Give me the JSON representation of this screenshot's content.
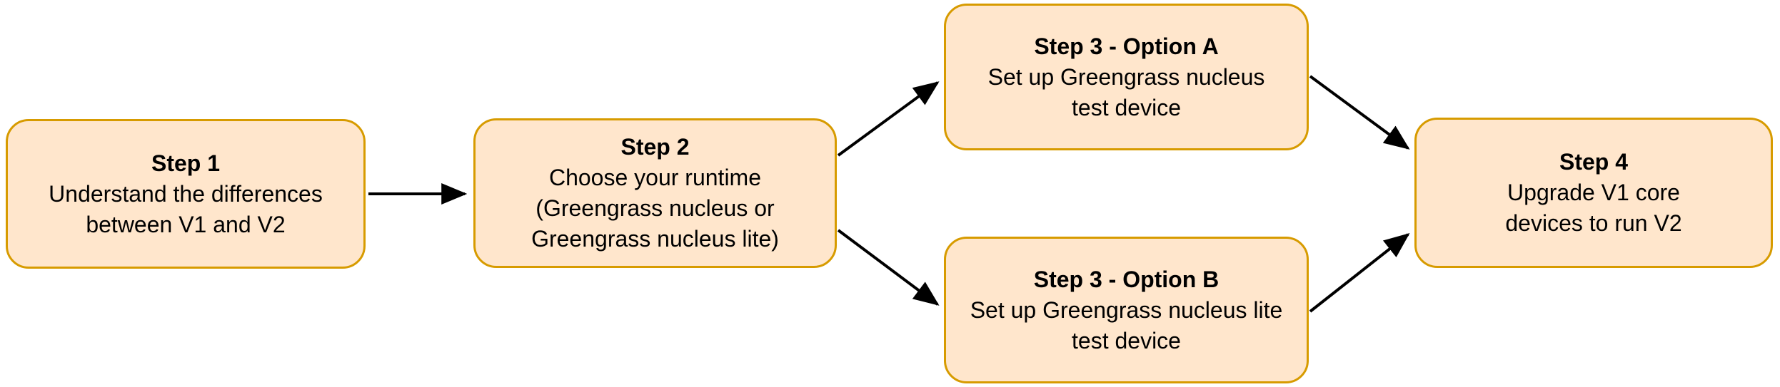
{
  "style": {
    "canvas_bg": "#ffffff",
    "node_fill": "#FFE6CC",
    "node_border": "#D79B00",
    "arrow_color": "#000000",
    "text_color": "#000000"
  },
  "nodes": [
    {
      "id": "step-1",
      "title": "Step 1",
      "body": "Understand the differences\nbetween V1 and V2"
    },
    {
      "id": "step-2",
      "title": "Step 2",
      "body": "Choose your runtime\n(Greengrass nucleus or\nGreengrass nucleus lite)"
    },
    {
      "id": "step-3-option-a",
      "title": "Step 3 - Option A",
      "body": "Set up Greengrass nucleus\ntest device"
    },
    {
      "id": "step-3-option-b",
      "title": "Step 3 - Option B",
      "body": "Set up Greengrass nucleus lite\ntest device"
    },
    {
      "id": "step-4",
      "title": "Step 4",
      "body": "Upgrade V1 core\ndevices to run V2"
    }
  ],
  "edges": [
    {
      "from": "step-1",
      "to": "step-2"
    },
    {
      "from": "step-2",
      "to": "step-3-option-a"
    },
    {
      "from": "step-2",
      "to": "step-3-option-b"
    },
    {
      "from": "step-3-option-a",
      "to": "step-4"
    },
    {
      "from": "step-3-option-b",
      "to": "step-4"
    }
  ]
}
